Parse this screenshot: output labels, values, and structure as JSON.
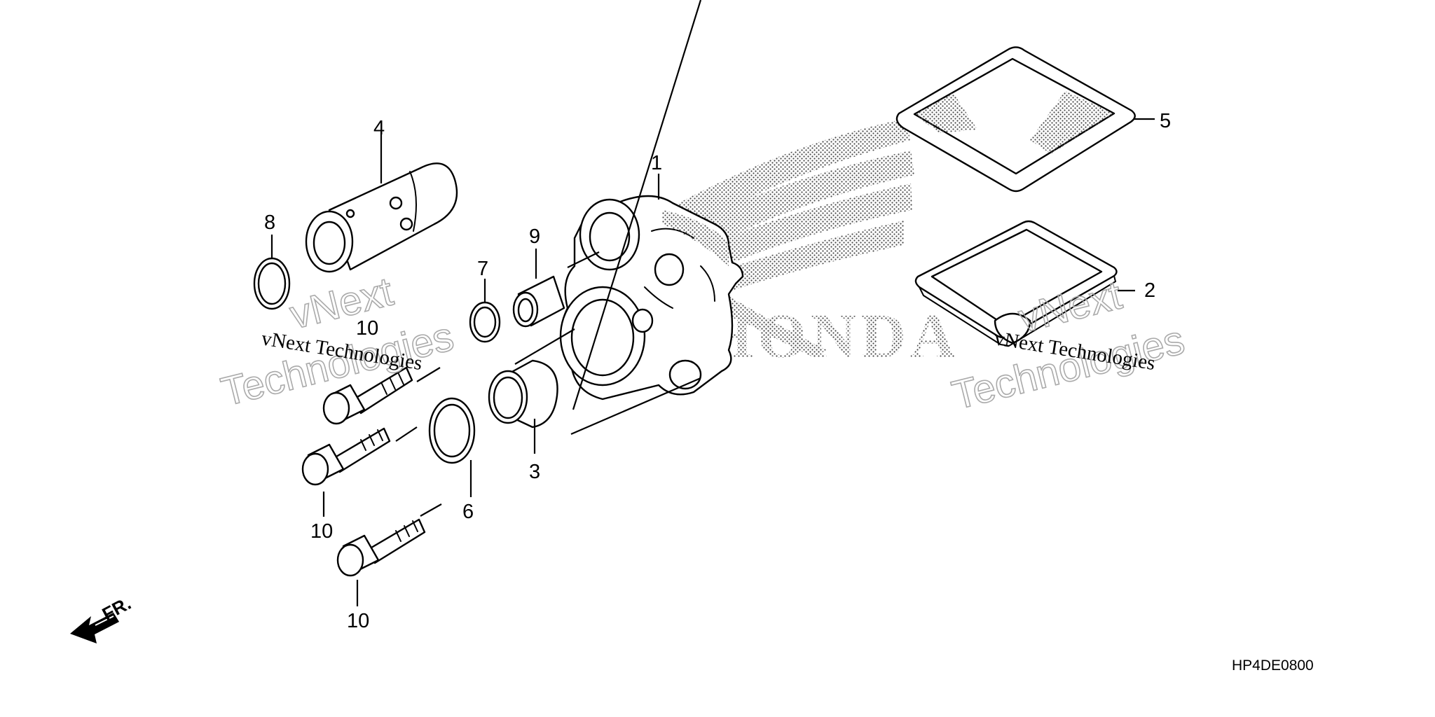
{
  "diagram": {
    "callouts": {
      "c1": "1",
      "c2": "2",
      "c3": "3",
      "c4": "4",
      "c5": "5",
      "c6": "6",
      "c7": "7",
      "c8": "8",
      "c9": "9",
      "c10a": "10",
      "c10b": "10",
      "c10c": "10"
    },
    "watermark": {
      "small_left": "vNext Technologies",
      "small_right": "vNext Technologies",
      "big_word1": "vNext",
      "big_word2": "Technologies"
    },
    "logo_text": "HONDA",
    "front_label": "FR.",
    "diagram_code": "HP4DE0800"
  }
}
